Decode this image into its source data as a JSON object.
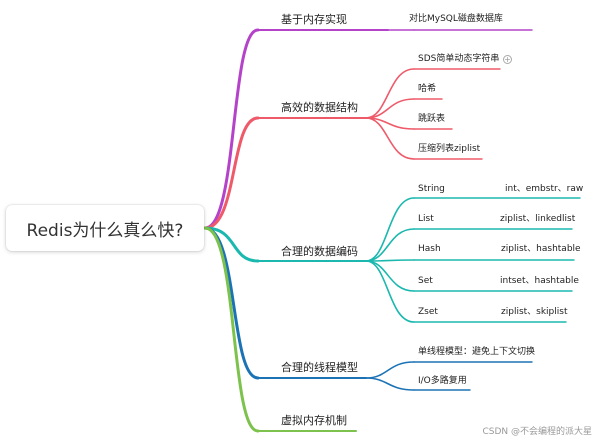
{
  "root": {
    "label": "Redis为什么真么快?"
  },
  "branches": [
    {
      "label": "基于内存实现",
      "color": "#b443c9",
      "children": [
        {
          "label": "对比MySQL磁盘数据库"
        }
      ]
    },
    {
      "label": "高效的数据结构",
      "color": "#ee5a6a",
      "children": [
        {
          "label": "SDS简单动态字符串"
        },
        {
          "label": "哈希"
        },
        {
          "label": "跳跃表"
        },
        {
          "label": "压缩列表ziplist"
        }
      ]
    },
    {
      "label": "合理的数据编码",
      "color": "#1ab8ae",
      "children": [
        {
          "label": "String",
          "detail": "int、embstr、raw"
        },
        {
          "label": "List",
          "detail": "ziplist、linkedlist"
        },
        {
          "label": "Hash",
          "detail": "ziplist、hashtable"
        },
        {
          "label": "Set",
          "detail": "intset、hashtable"
        },
        {
          "label": "Zset",
          "detail": "ziplist、skiplist"
        }
      ]
    },
    {
      "label": "合理的线程模型",
      "color": "#1b73b5",
      "children": [
        {
          "label": "单线程模型：避免上下文切换"
        },
        {
          "label": "I/O多路复用"
        }
      ]
    },
    {
      "label": "虚拟内存机制",
      "color": "#7cc24c",
      "children": []
    }
  ],
  "icons": {
    "expand": "plus-circle-icon"
  },
  "watermark": "CSDN @不会编程的派大星"
}
